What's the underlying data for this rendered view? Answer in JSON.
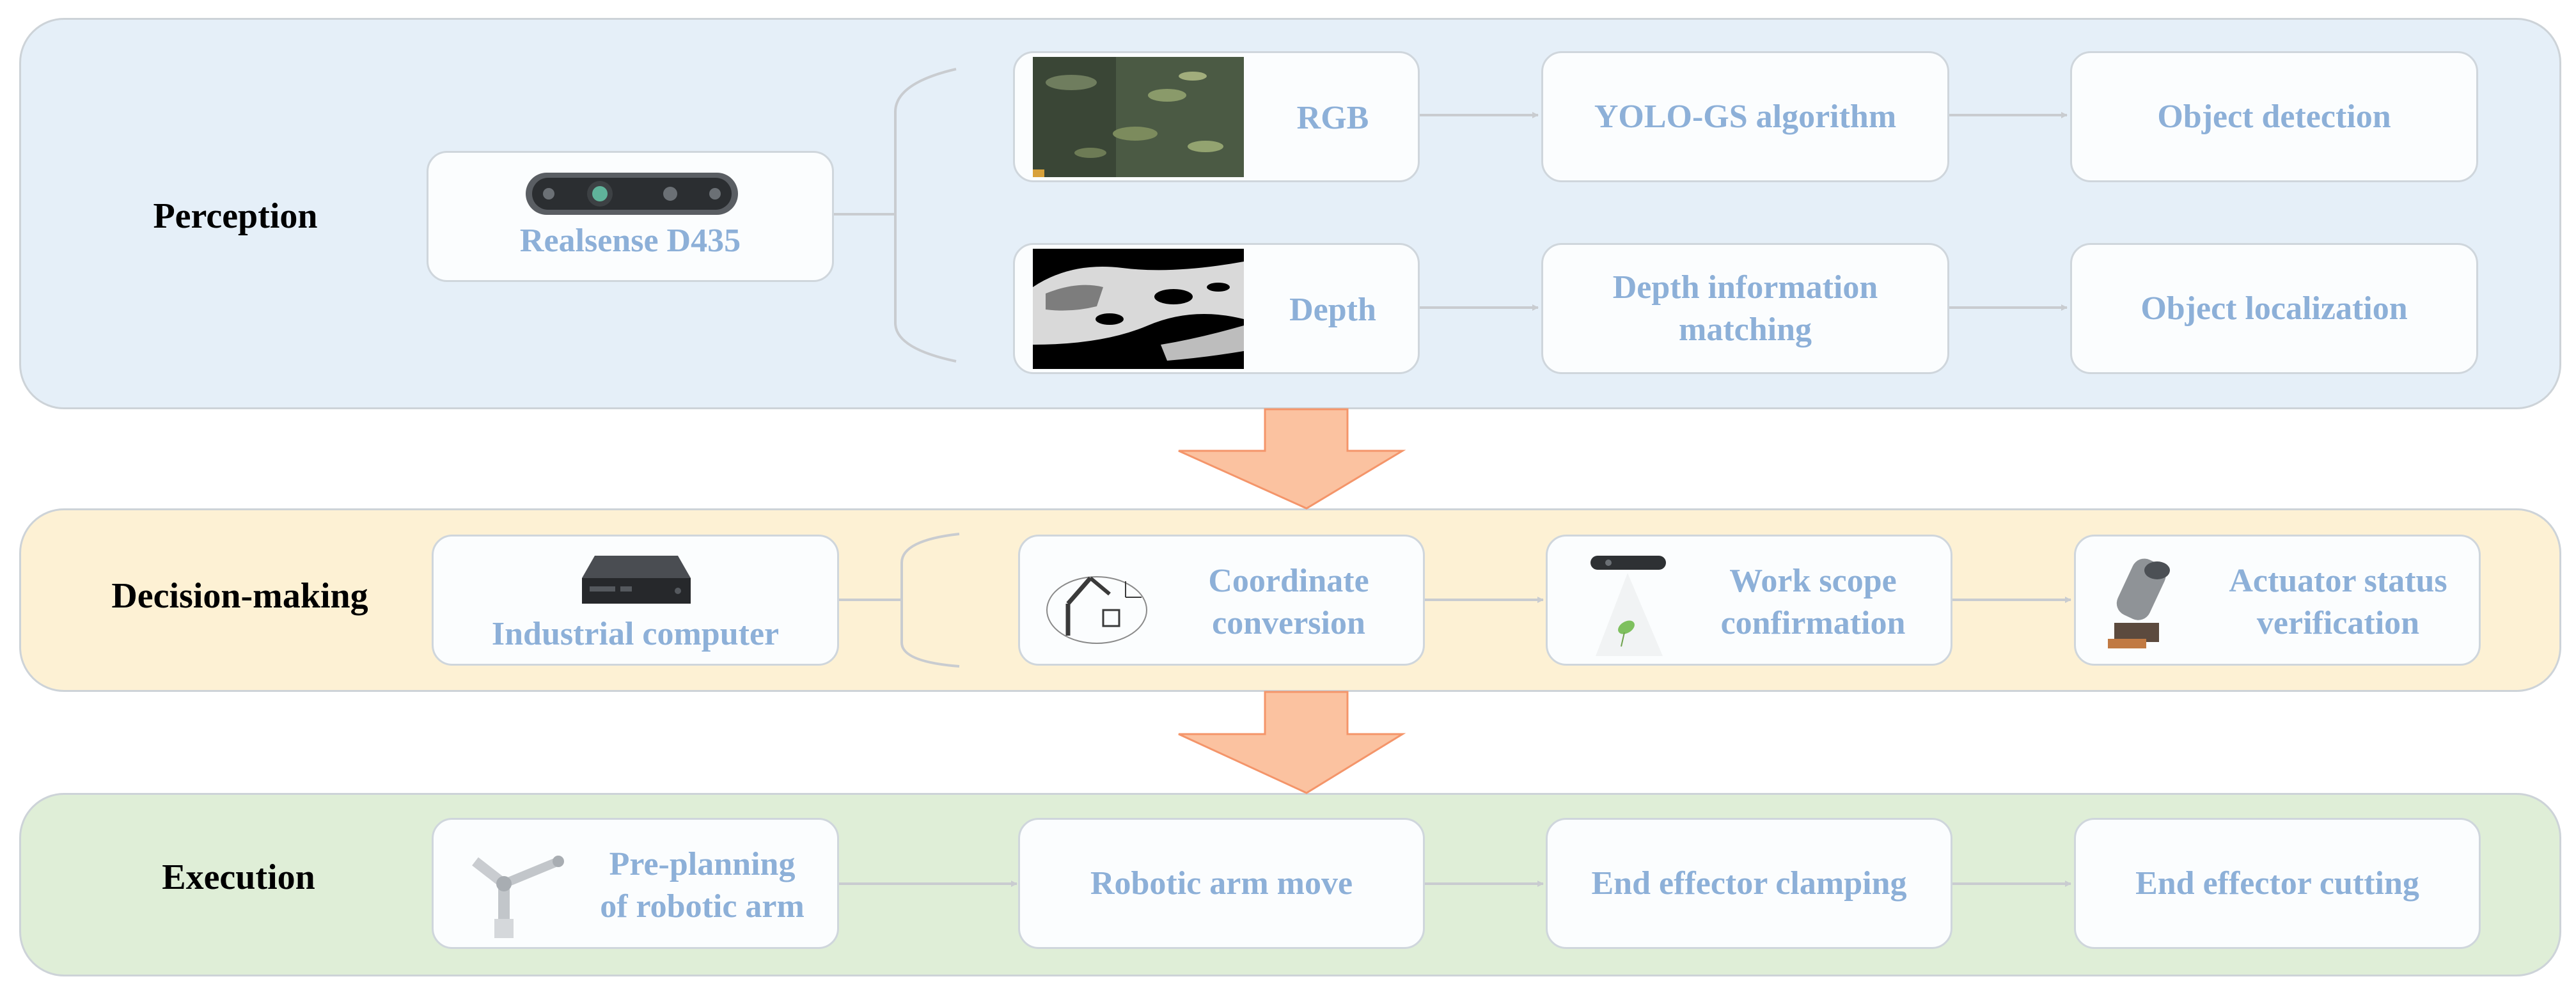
{
  "stages": {
    "perception": "Perception",
    "decision": "Decision-making",
    "execution": "Execution"
  },
  "perception": {
    "camera": "Realsense D435",
    "rgb": "RGB",
    "depth": "Depth",
    "yolo": "YOLO-GS algorithm",
    "depth_match": "Depth information\nmatching",
    "detection": "Object detection",
    "localization": "Object localization"
  },
  "decision": {
    "computer": "Industrial computer",
    "coordinate": "Coordinate\nconversion",
    "scope": "Work scope\nconfirmation",
    "actuator": "Actuator status\nverification"
  },
  "execution": {
    "preplan": "Pre-planning\nof robotic arm",
    "move": "Robotic arm move",
    "clamp": "End effector clamping",
    "cut": "End effector cutting"
  },
  "colors": {
    "perception_bg": "#e5eff8",
    "decision_bg": "#fdf1d4",
    "execution_bg": "#dfeed7",
    "box_text": "#8db0d8",
    "down_arrow": "#fbc2a0"
  }
}
